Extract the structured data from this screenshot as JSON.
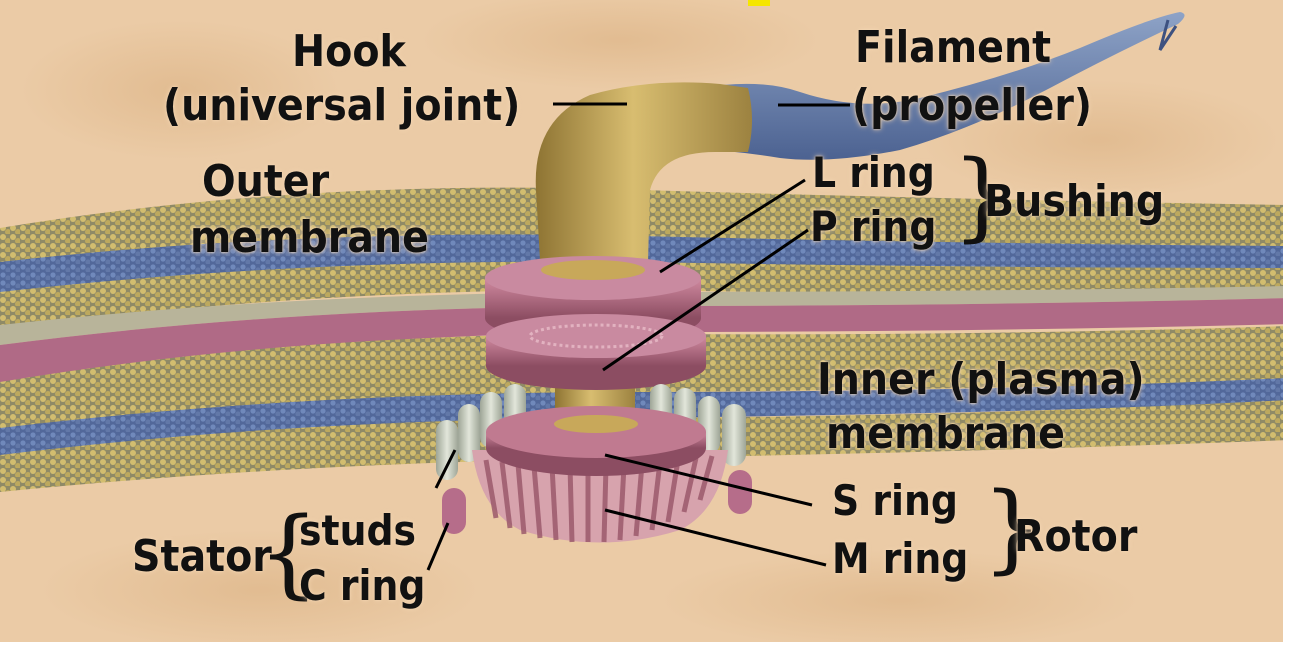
{
  "labels": {
    "hook": "Hook",
    "hook_sub": "(universal joint)",
    "filament": "Filament",
    "filament_sub": "(propeller)",
    "outer": "Outer",
    "outer_sub": "membrane",
    "l_ring": "L ring",
    "p_ring": "P ring",
    "bushing": "Bushing",
    "inner": "Inner (plasma)",
    "inner_sub": "membrane",
    "s_ring": "S ring",
    "m_ring": "M ring",
    "rotor": "Rotor",
    "stator": "Stator",
    "studs": "studs",
    "c_ring": "C ring"
  },
  "colors": {
    "background": "#e9c9a2",
    "hook": "#c8a85a",
    "filament": "#6b84ad",
    "rings": "#b4667e",
    "membrane_blue": "#5f78a6",
    "membrane_heads": "#c9b56a",
    "peptidoglycan": "#b36a86",
    "stator_studs": "#c9cfc4"
  }
}
